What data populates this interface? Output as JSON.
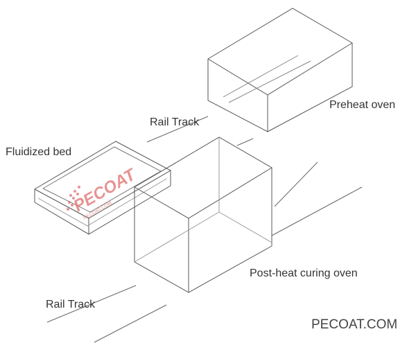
{
  "labels": {
    "preheat_oven": "Preheat oven",
    "rail_track_top": "Rail Track",
    "fluidized_bed": "Fluidized bed",
    "post_heat_oven": "Post-heat curing oven",
    "rail_track_bottom": "Rail Track"
  },
  "watermark": {
    "logo": "PECOAT",
    "logo_sub": "PECOAT.COM",
    "site": "PECOAT.COM"
  },
  "colors": {
    "line": "#555555",
    "text": "#333333",
    "watermark_red": "#e07070"
  }
}
